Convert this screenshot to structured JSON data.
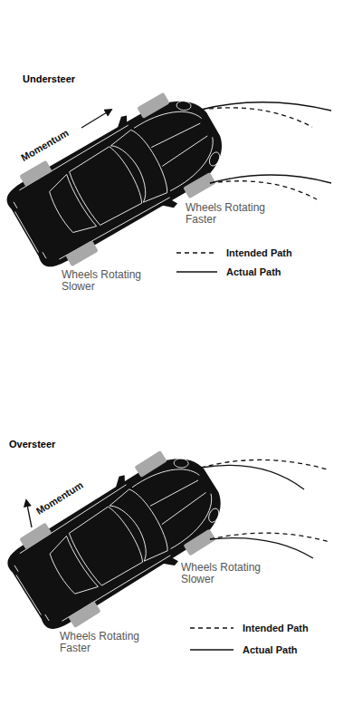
{
  "diagram": {
    "labels": [
      "Understeer",
      "Momentum",
      "Wheels Rotating Faster",
      "Wheels Rotating Slower",
      "Oversteer",
      "Momentum",
      "Wheels Rotating Slower",
      "Wheels Rotating Faster"
    ],
    "legend": [
      {
        "text": "Intended Path"
      },
      {
        "text": "Actual Path"
      },
      {
        "text": "Intended Path"
      },
      {
        "text": "Actual Path"
      }
    ]
  }
}
